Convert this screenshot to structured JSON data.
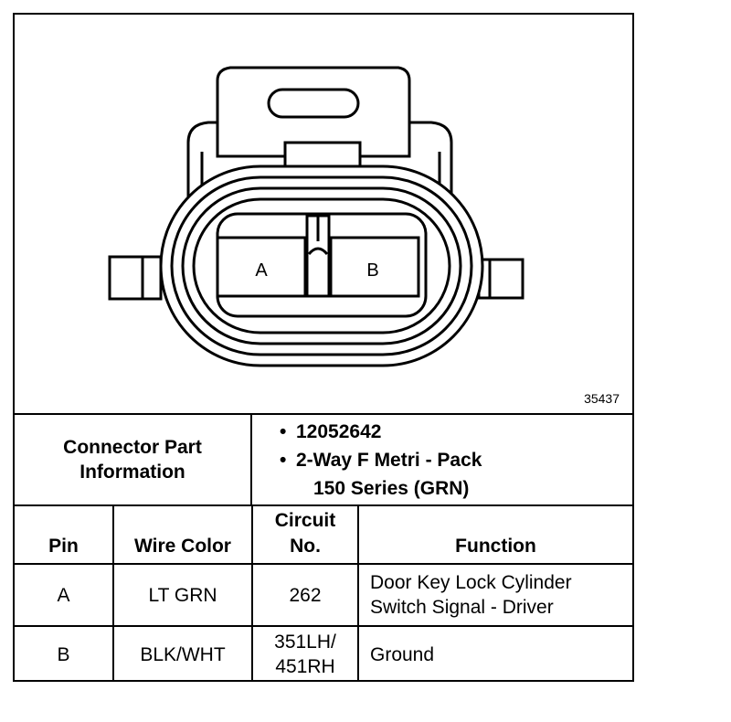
{
  "figure": {
    "pin_a": "A",
    "pin_b": "B",
    "figure_number": "35437"
  },
  "part_info": {
    "label_line1": "Connector Part",
    "label_line2": "Information",
    "bullet": "•",
    "part_number": "12052642",
    "description_line1": "2-Way F Metri - Pack",
    "description_line2": "150 Series (GRN)"
  },
  "table": {
    "headers": {
      "pin": "Pin",
      "wire_color": "Wire Color",
      "circuit_line1": "Circuit",
      "circuit_line2": "No.",
      "function": "Function"
    },
    "rows": [
      {
        "pin": "A",
        "wire_color": "LT GRN",
        "circuit_line1": "262",
        "circuit_line2": "",
        "function_line1": "Door Key Lock Cylinder",
        "function_line2": "Switch Signal - Driver"
      },
      {
        "pin": "B",
        "wire_color": "BLK/WHT",
        "circuit_line1": "351LH/",
        "circuit_line2": "451RH",
        "function_line1": "Ground",
        "function_line2": ""
      }
    ]
  }
}
